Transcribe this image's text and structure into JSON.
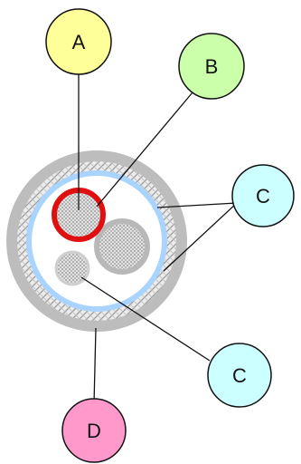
{
  "labels": {
    "a": "A",
    "b": "B",
    "c_upper": "C",
    "c_lower": "C",
    "d": "D"
  },
  "colors": {
    "a_fill": "#ffff99",
    "b_fill": "#ccffaa",
    "c_fill": "#ccffff",
    "d_fill": "#ff99cc",
    "outer_jacket": "#bdbdbd",
    "braid": "#e6e6e6",
    "inner_sheath": "#a8d4ff",
    "highlight_ring": "#e01010",
    "conductor": "#cfcfcf",
    "leader_line": "#111111"
  }
}
